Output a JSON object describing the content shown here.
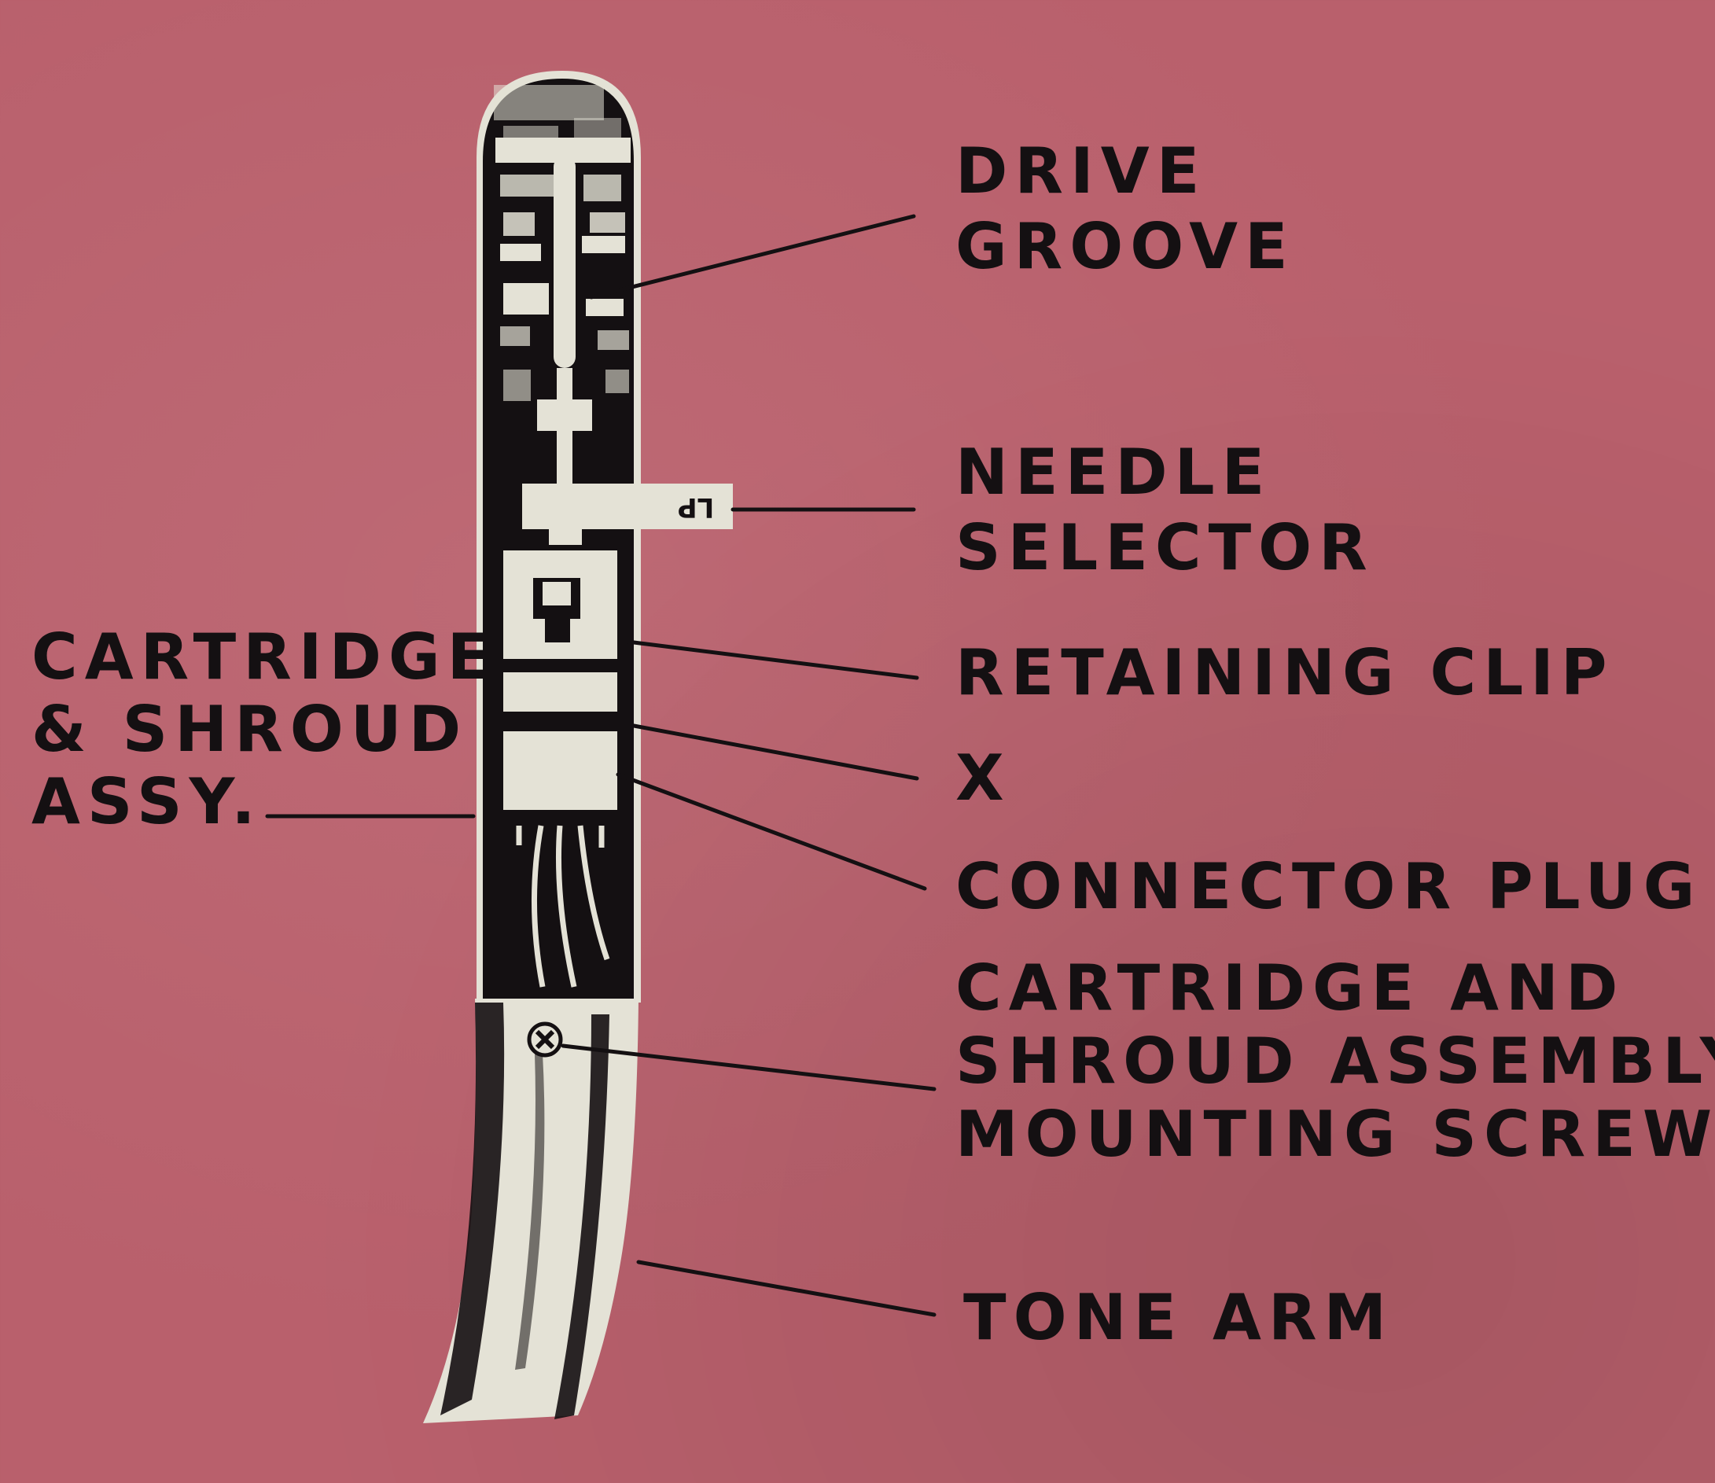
{
  "diagram": {
    "labels": {
      "drive_groove": [
        "DRIVE",
        "GROOVE"
      ],
      "needle_selector": [
        "NEEDLE",
        "SELECTOR"
      ],
      "retaining_clip": [
        "RETAINING CLIP"
      ],
      "x": [
        "X"
      ],
      "connector_plug": [
        "CONNECTOR PLUG"
      ],
      "mounting_screw": [
        "CARTRIDGE AND",
        "SHROUD ASSEMBLY",
        "MOUNTING SCREW"
      ],
      "tone_arm": [
        "TONE ARM"
      ],
      "cartridge_shroud": [
        "CARTRIDGE",
        "& SHROUD",
        "ASSY."
      ]
    },
    "needle_tab_text": "LP",
    "colors": {
      "background": "#b9606c",
      "ink": "#141012",
      "paper": "#e4e2d6"
    }
  }
}
